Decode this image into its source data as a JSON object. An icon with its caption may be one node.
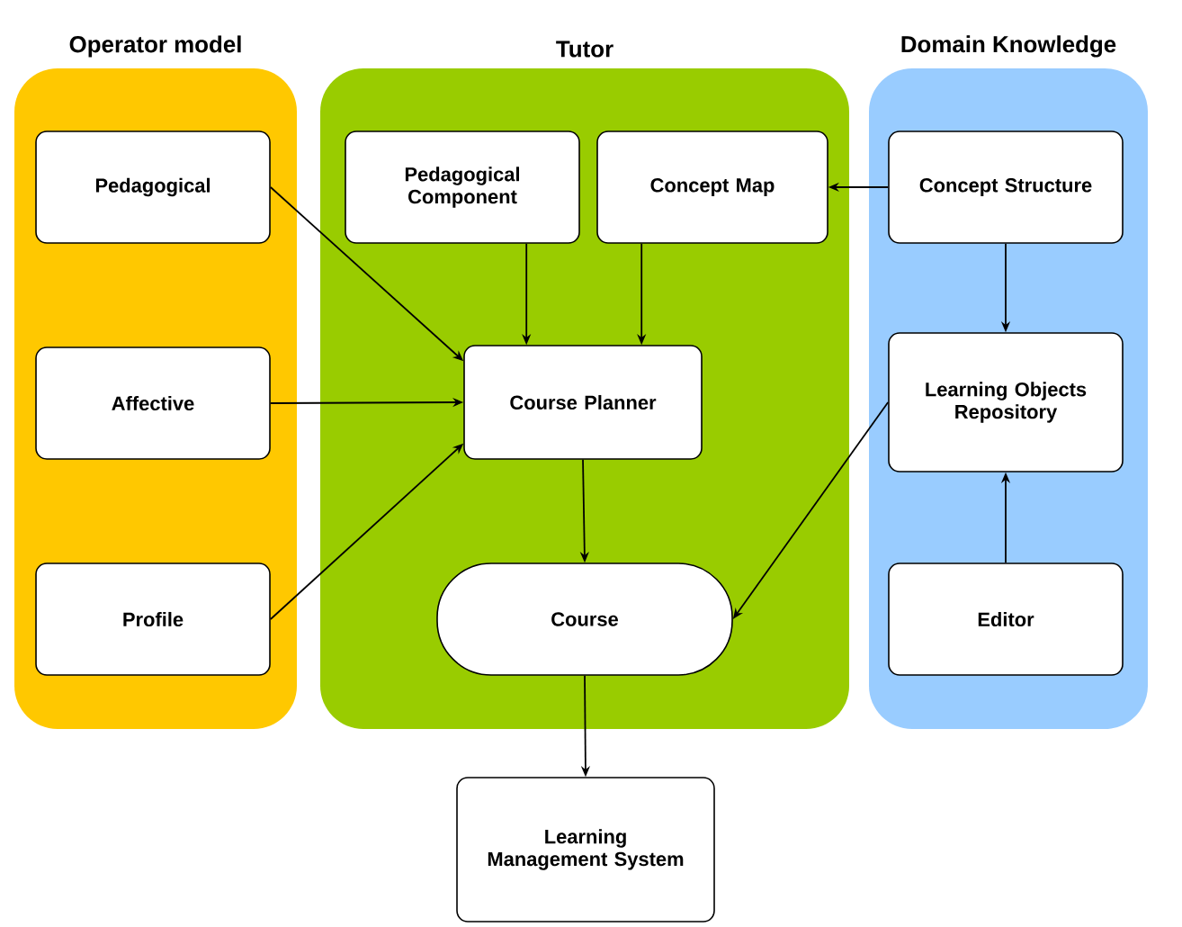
{
  "diagram": {
    "nodes": [
      {
        "text": [
          "Operator model"
        ]
      },
      {
        "text": [
          "Pedagogical"
        ],
        "in": 0
      },
      {
        "text": [
          "Affective"
        ],
        "in": 0
      },
      {
        "text": [
          "Profile"
        ],
        "in": 0
      },
      {
        "text": [
          "Tutor"
        ]
      },
      {
        "text": [
          "Pedagogical Component"
        ],
        "in": 4
      },
      {
        "text": [
          "Concept Map"
        ],
        "in": 4
      },
      {
        "text": [
          "Course Planner"
        ],
        "in": 4
      },
      {
        "text": [
          "Course"
        ],
        "in": 4
      },
      {
        "text": [
          "Domain Knowledge"
        ]
      },
      {
        "text": [
          "Concept Structure"
        ],
        "in": 9
      },
      {
        "text": [
          "Learning Objects Repository"
        ],
        "in": 9
      },
      {
        "text": [
          "Editor"
        ],
        "in": 9
      },
      {
        "text": [
          "Learning Management System"
        ]
      }
    ],
    "edges": [
      {
        "from": 1,
        "to": 7,
        "arrow": "to"
      },
      {
        "from": 2,
        "to": 7,
        "arrow": "to"
      },
      {
        "from": 3,
        "to": 7,
        "arrow": "to"
      },
      {
        "from": 5,
        "to": 7,
        "arrow": "to"
      },
      {
        "from": 6,
        "to": 7,
        "arrow": "to"
      },
      {
        "from": 10,
        "to": 6,
        "arrow": "to"
      },
      {
        "from": 10,
        "to": 11,
        "arrow": "to"
      },
      {
        "from": 12,
        "to": 11,
        "arrow": "to"
      },
      {
        "from": 11,
        "to": 8,
        "arrow": "to"
      },
      {
        "from": 7,
        "to": 8,
        "arrow": "to"
      },
      {
        "from": 8,
        "to": 13,
        "arrow": "to"
      }
    ]
  }
}
